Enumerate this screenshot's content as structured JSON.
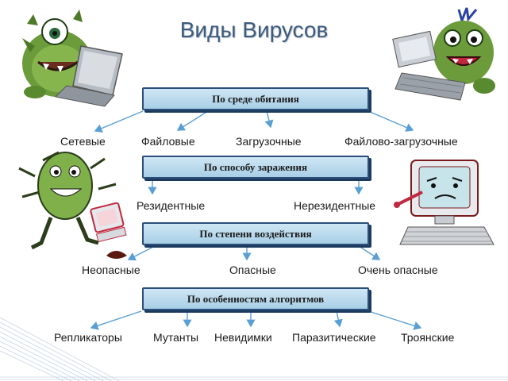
{
  "title": "Виды Вирусов",
  "sections": [
    {
      "header": "По среде обитания",
      "items": [
        "Сетевые",
        "Файловые",
        "Загрузочные",
        "Файлово-загрузочные"
      ]
    },
    {
      "header": "По способу заражения",
      "items": [
        "Резидентные",
        "Нерезидентные"
      ]
    },
    {
      "header": "По степени воздействия",
      "items": [
        "Неопасные",
        "Опасные",
        "Очень опасные"
      ]
    },
    {
      "header": "По особенностям алгоритмов",
      "items": [
        "Репликаторы",
        "Мутанты",
        "Невидимки",
        "Паразитические",
        "Троянские"
      ]
    }
  ],
  "colors": {
    "box_fill": "#b9dbef",
    "box_border": "#2a4f7a",
    "arrow": "#5a9fd4",
    "title": "#3e5a7c"
  },
  "icons": [
    "green-monster-laptop-icon",
    "green-monster-keyboard-icon",
    "green-germ-monster-icon",
    "sick-computer-icon"
  ]
}
